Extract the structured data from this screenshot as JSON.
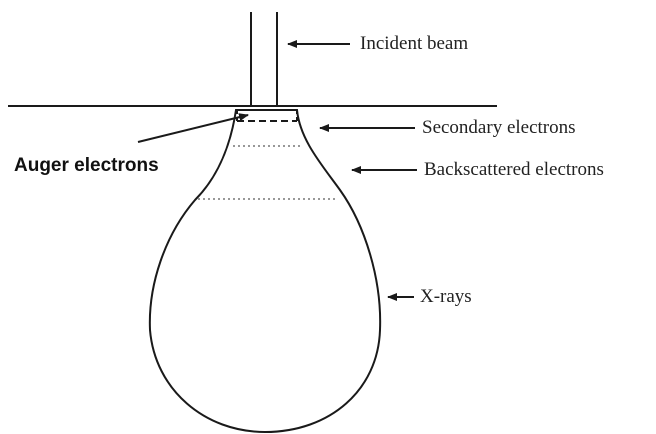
{
  "labels": {
    "incident_beam": "Incident beam",
    "secondary_electrons": "Secondary electrons",
    "backscattered_electrons": "Backscattered electrons",
    "auger_electrons": "Auger electrons",
    "x_rays": "X-rays"
  },
  "colors": {
    "line": "#1a1a1a",
    "dotted": "#777777",
    "text": "#222222",
    "background": "#ffffff"
  },
  "icons": {
    "arrow": "left-arrow-icon"
  }
}
